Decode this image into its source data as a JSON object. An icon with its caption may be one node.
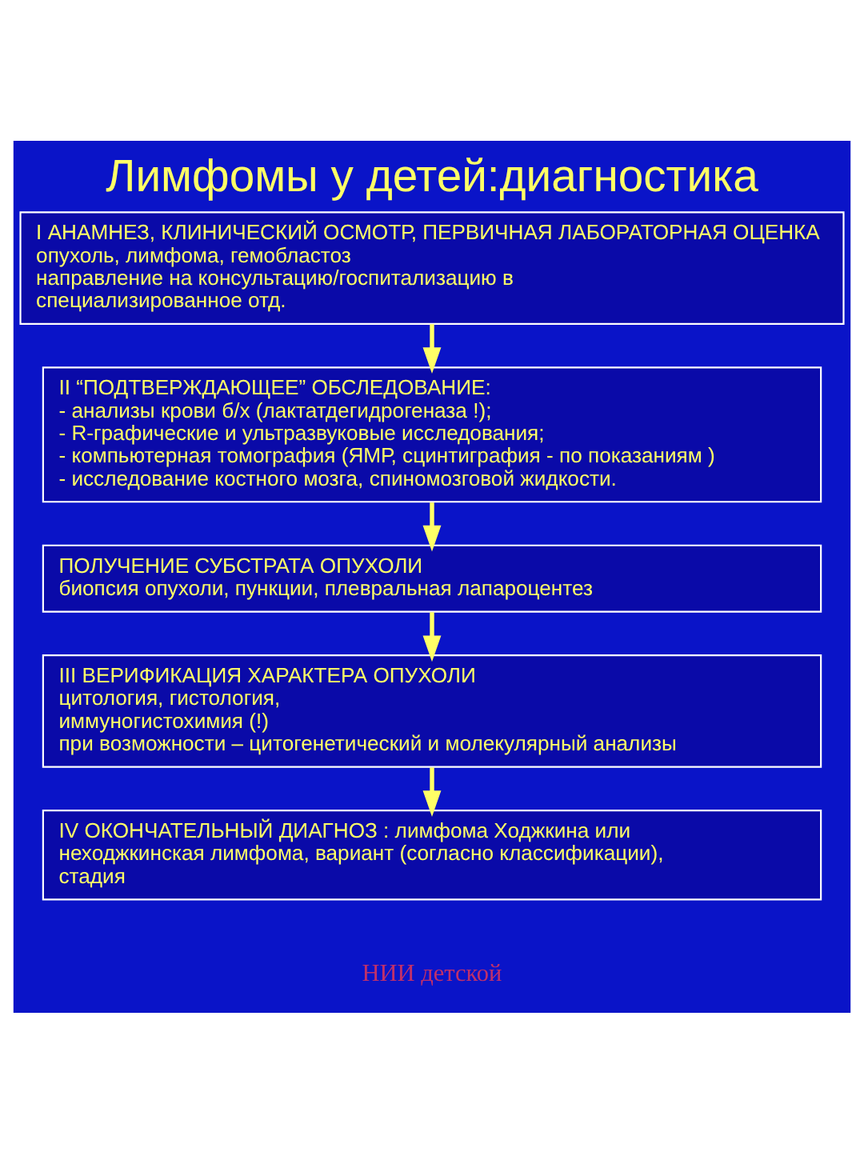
{
  "diagram": {
    "title": "Лимфомы у детей:диагностика",
    "nodes": [
      {
        "text": [
          "I АНАМНЕЗ, КЛИНИЧЕСКИЙ ОСМОТР, ПЕРВИЧНАЯ ЛАБОРАТОРНАЯ ОЦЕНКА",
          "опухоль, лимфома, гемобластоз",
          "направление на консультацию/госпитализацию в специализированное отд."
        ]
      },
      {
        "text": [
          "II “ПОДТВЕРЖДАЮЩЕЕ” ОБСЛЕДОВАНИЕ:",
          "- анализы крови б/х (лактатдегидрогеназа !);",
          "- R-графические и ультразвуковые исследования;",
          "- компьютерная томография (ЯМР, сцинтиграфия - по показаниям )",
          "- исследование костного мозга, спиномозговой жидкости."
        ]
      },
      {
        "text": [
          "ПОЛУЧЕНИЕ СУБСТРАТА ОПУХОЛИ",
          "биопсия опухоли, пункции, плевральная лапароцентез"
        ]
      },
      {
        "text": [
          "III ВЕРИФИКАЦИЯ ХАРАКТЕРА ОПУХОЛИ",
          "цитология, гистология,",
          "иммуногистохимия (!)",
          "при возможности – цитогенетический и молекулярный анализы"
        ]
      },
      {
        "text": [
          "IV ОКОНЧАТЕЛЬНЫЙ ДИАГНОЗ : лимфома Ходжкина или",
          "неходжкинская лимфома, вариант (согласно классификации), стадия"
        ]
      }
    ],
    "edges": [
      {
        "from": 0,
        "to": 1,
        "arrow": "to"
      },
      {
        "from": 1,
        "to": 2,
        "arrow": "to"
      },
      {
        "from": 2,
        "to": 3,
        "arrow": "to"
      },
      {
        "from": 3,
        "to": 4,
        "arrow": "to"
      }
    ],
    "labels": [
      "НИИ детской"
    ]
  }
}
